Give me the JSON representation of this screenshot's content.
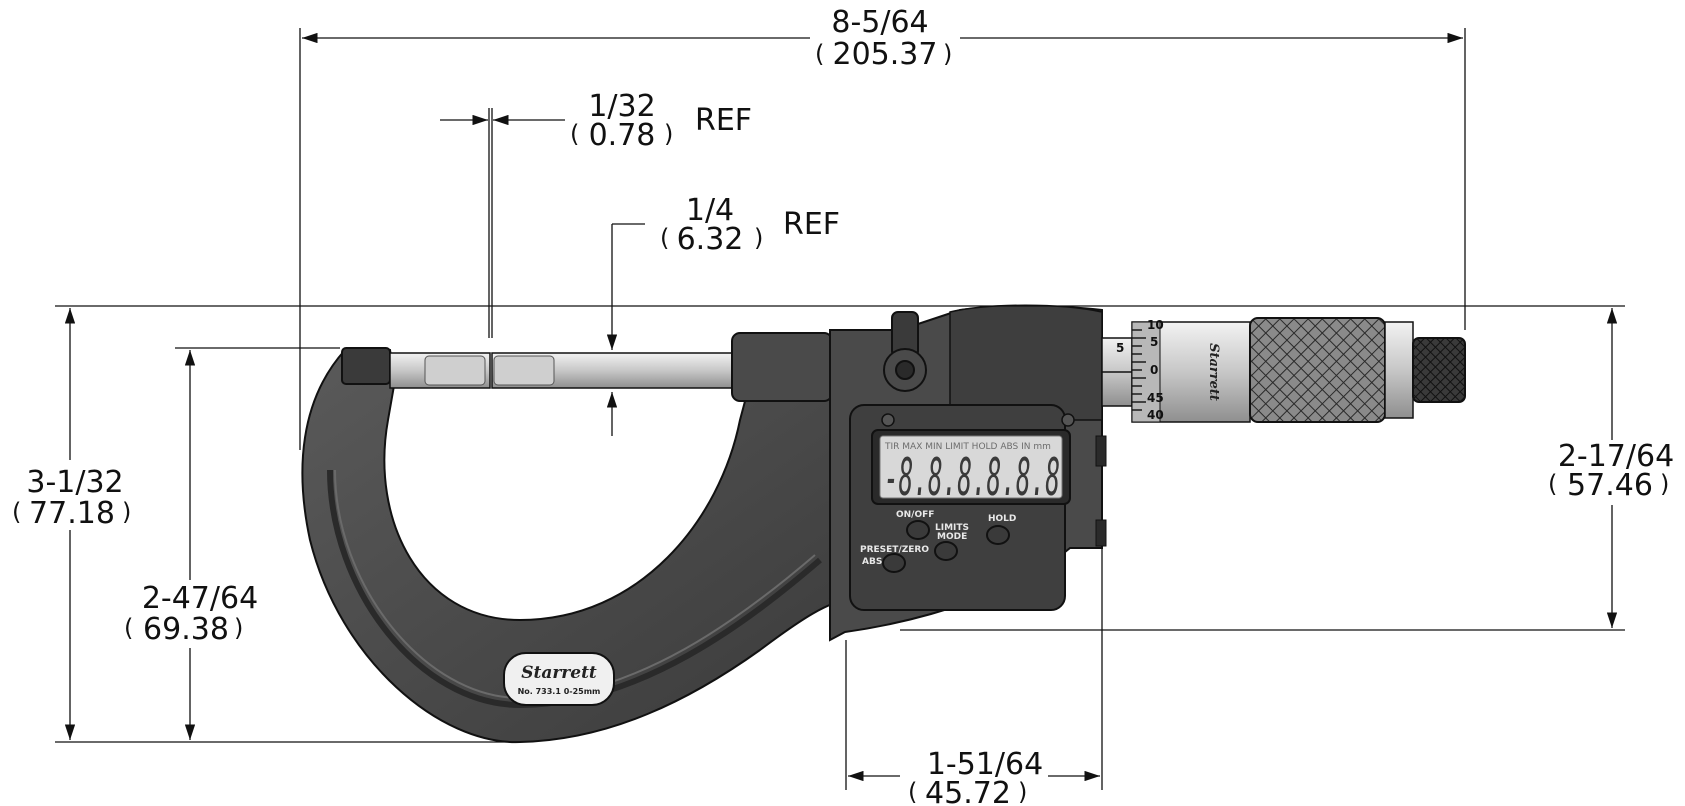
{
  "dimensions": {
    "overall_length": {
      "frac": "8-5/64",
      "mm": "205.37"
    },
    "anvil_gap": {
      "frac": "1/32",
      "mm": "0.78",
      "note": "REF"
    },
    "spindle_dia": {
      "frac": "1/4",
      "mm": "6.32",
      "note": "REF"
    },
    "overall_height": {
      "frac": "3-1/32",
      "mm": "77.18"
    },
    "frame_height": {
      "frac": "2-47/64",
      "mm": "69.38"
    },
    "display_height": {
      "frac": "2-17/64",
      "mm": "57.46"
    },
    "display_width": {
      "frac": "1-51/64",
      "mm": "45.72"
    }
  },
  "paren_open": "(",
  "paren_close": ")",
  "lcd": {
    "annunciators": "TIR  MAX  MIN  LIMIT  HOLD  ABS  IN  mm",
    "digits": "-8.8.8.8.8.8"
  },
  "buttons": {
    "on_off": "ON/OFF",
    "limits": "LIMITS",
    "mode": "MODE",
    "hold": "HOLD",
    "preset": "PRESET/ZERO",
    "abs": "ABS"
  },
  "thimble_scale": [
    "10",
    "5",
    "0",
    "45",
    "40"
  ],
  "sleeve_mark": "5",
  "brand": {
    "name": "Starrett",
    "model": "No. 733.1  0-25mm"
  },
  "colors": {
    "frame": "#4a4a4a",
    "frame_dark": "#2e2e2e",
    "metal": "#d0d0d0",
    "lcd_bg": "#d8d8d8",
    "line": "#111111"
  },
  "icons": {
    "lock": "lock-lever-icon",
    "grip": "knurl-pattern"
  }
}
